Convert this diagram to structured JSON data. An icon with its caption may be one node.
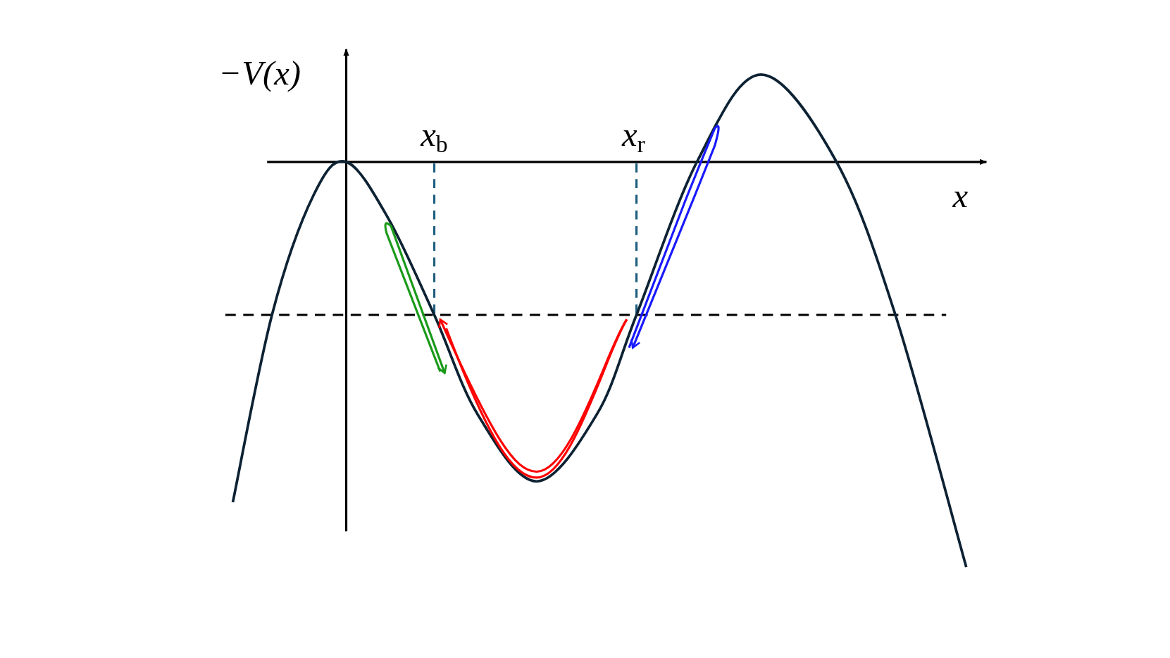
{
  "diagram": {
    "labels": [
      "−V(x)",
      "x$_{b}$",
      "x$_{r}$",
      "x"
    ]
  }
}
